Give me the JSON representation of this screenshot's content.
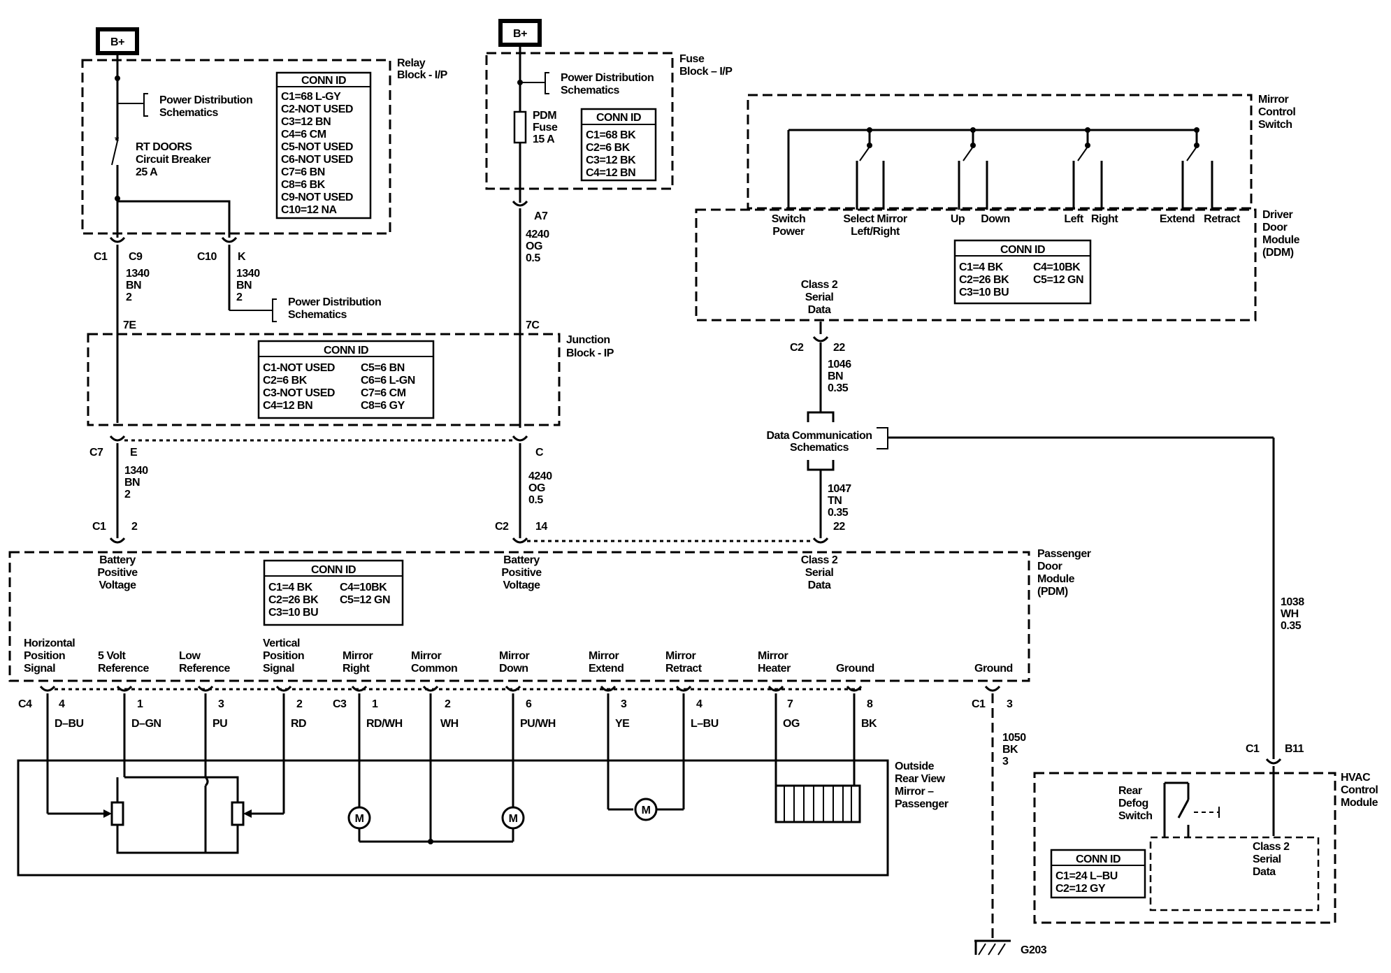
{
  "bplus": [
    "B+",
    "B+"
  ],
  "relay_block": {
    "title": [
      "Relay",
      "Block - I/P"
    ],
    "pds": [
      "Power Distribution",
      "Schematics"
    ],
    "breaker": [
      "RT DOORS",
      "Circuit Breaker",
      "25 A"
    ],
    "conn_title": "CONN ID",
    "conn": [
      "C1=68 L-GY",
      "C2-NOT USED",
      "C3=12 BN",
      "C4=6 CM",
      "C5-NOT USED",
      "C6-NOT USED",
      "C7=6 BN",
      "C8=6 BK",
      "C9-NOT USED",
      "C10=12 NA"
    ]
  },
  "fuse_block": {
    "title": [
      "Fuse",
      "Block – I/P"
    ],
    "pds": [
      "Power Distribution",
      "Schematics"
    ],
    "fuse": [
      "PDM",
      "Fuse",
      "15 A"
    ],
    "conn_title": "CONN ID",
    "conn": [
      "C1=68 BK",
      "C2=6 BK",
      "C3=12 BK",
      "C4=12 BN"
    ]
  },
  "mirror_switch": {
    "title": [
      "Mirror",
      "Control",
      "Switch"
    ],
    "labels": [
      "Switch",
      "Power",
      "Select Mirror",
      "Left/Right",
      "Up",
      "Down",
      "Left",
      "Right",
      "Extend",
      "Retract"
    ]
  },
  "ddm": {
    "title": [
      "Driver",
      "Door",
      "Module",
      "(DDM)"
    ],
    "conn_title": "CONN ID",
    "conn_left": [
      "C1=4 BK",
      "C2=26 BK",
      "C3=10 BU"
    ],
    "conn_right": [
      "C4=10BK",
      "C5=12 GN"
    ],
    "serial": [
      "Class 2",
      "Serial",
      "Data"
    ],
    "pin": [
      "C2",
      "22"
    ]
  },
  "wires": {
    "c9": [
      "C1",
      "C9",
      "1340",
      "BN",
      "2"
    ],
    "c10": [
      "C10",
      "K",
      "1340",
      "BN",
      "2"
    ],
    "pds2": [
      "Power Distribution",
      "Schematics"
    ],
    "a7": [
      "A7",
      "4240",
      "OG",
      "0.5"
    ],
    "w1046": [
      "1046",
      "BN",
      "0.35"
    ],
    "w1047": [
      "1047",
      "TN",
      "0.35"
    ],
    "w1038": [
      "1038",
      "WH",
      "0.35"
    ],
    "w1050": [
      "1050",
      "BK",
      "3"
    ],
    "c7": [
      "C7",
      "E",
      "1340",
      "BN",
      "2"
    ],
    "c_og": [
      "C",
      "4240",
      "OG",
      "0.5"
    ],
    "splice": [
      "7E",
      "7C"
    ]
  },
  "junction_block": {
    "title": [
      "Junction",
      "Block - IP"
    ],
    "conn_title": "CONN ID",
    "conn_left": [
      "C1-NOT USED",
      "C2=6 BK",
      "C3-NOT USED",
      "C4=12 BN"
    ],
    "conn_right": [
      "C5=6 BN",
      "C6=6 L-GN",
      "C7=6 CM",
      "C8=6 GY"
    ]
  },
  "dcs": [
    "Data Communication",
    "Schematics"
  ],
  "pdm": {
    "title": [
      "Passenger",
      "Door",
      "Module",
      "(PDM)"
    ],
    "top_pins": [
      "C1",
      "2",
      "C2",
      "14",
      "22"
    ],
    "top_labels": [
      "Battery",
      "Positive",
      "Voltage",
      "Battery",
      "Positive",
      "Voltage",
      "Class 2",
      "Serial",
      "Data"
    ],
    "conn_title": "CONN ID",
    "conn_left": [
      "C1=4 BK",
      "C2=26 BK",
      "C3=10 BU"
    ],
    "conn_right": [
      "C4=10BK",
      "C5=12 GN"
    ],
    "bottom_labels": [
      "Horizontal",
      "Position",
      "Signal",
      "5 Volt",
      "Reference",
      "Low",
      "Reference",
      "Vertical",
      "Position",
      "Signal",
      "Mirror",
      "Right",
      "Mirror",
      "Common",
      "Mirror",
      "Down",
      "Mirror",
      "Extend",
      "Mirror",
      "Retract",
      "Mirror",
      "Heater",
      "Ground",
      "Ground"
    ],
    "bottom_pins": [
      "C4",
      "4",
      "1",
      "3",
      "2",
      "C3",
      "1",
      "2",
      "6",
      "3",
      "4",
      "7",
      "8",
      "C1",
      "3"
    ],
    "colors": [
      "D–BU",
      "D–GN",
      "PU",
      "RD",
      "RD/WH",
      "WH",
      "PU/WH",
      "YE",
      "L–BU",
      "OG",
      "BK"
    ]
  },
  "mirror_assembly": {
    "title": [
      "Outside",
      "Rear View",
      "Mirror –",
      "Passenger"
    ],
    "motor": "M"
  },
  "hvac": {
    "title": [
      "HVAC",
      "Control",
      "Module"
    ],
    "pin": [
      "C1",
      "B11"
    ],
    "defog": [
      "Rear",
      "Defog",
      "Switch"
    ],
    "serial": [
      "Class 2",
      "Serial",
      "Data"
    ],
    "conn_title": "CONN ID",
    "conn": [
      "C1=24 L–BU",
      "C2=12 GY"
    ]
  },
  "ground": "G203"
}
